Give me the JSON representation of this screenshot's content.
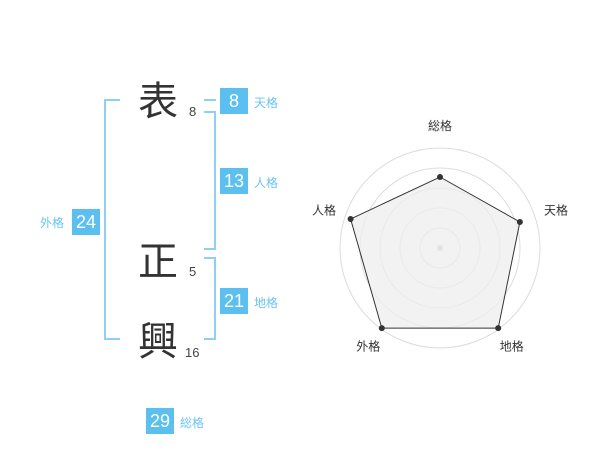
{
  "colors": {
    "accent": "#5bc0f0",
    "label": "#6cc4f0",
    "bracket": "#8fd0f2",
    "polygon_fill": "#ededed",
    "polygon_stroke": "#333333",
    "rings": "#dcdcdc"
  },
  "name": {
    "chars": [
      {
        "char": "表",
        "strokes": "8"
      },
      {
        "char": "正",
        "strokes": "5"
      },
      {
        "char": "興",
        "strokes": "16"
      }
    ]
  },
  "kakusu": {
    "tenkaku": {
      "value": "8",
      "label": "天格"
    },
    "jinkaku": {
      "value": "13",
      "label": "人格"
    },
    "chikaku": {
      "value": "21",
      "label": "地格"
    },
    "gaikaku": {
      "value": "24",
      "label": "外格"
    },
    "soukaku": {
      "value": "29",
      "label": "総格"
    }
  },
  "chart_data": {
    "type": "radar",
    "categories": [
      "総格",
      "天格",
      "地格",
      "外格",
      "人格"
    ],
    "values": [
      0.71,
      0.84,
      0.99,
      0.99,
      0.94
    ],
    "max": 1.0,
    "rings": 5
  }
}
